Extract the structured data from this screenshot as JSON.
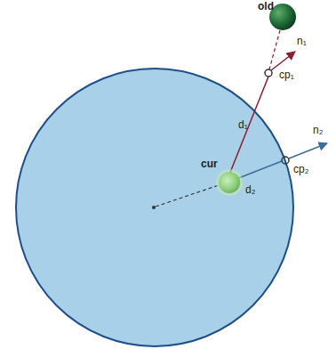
{
  "diagram": {
    "labels": [
      "old",
      "n₁",
      "cp₁",
      "d₁",
      "cur",
      "n₂",
      "cp₂",
      "d₂"
    ]
  }
}
